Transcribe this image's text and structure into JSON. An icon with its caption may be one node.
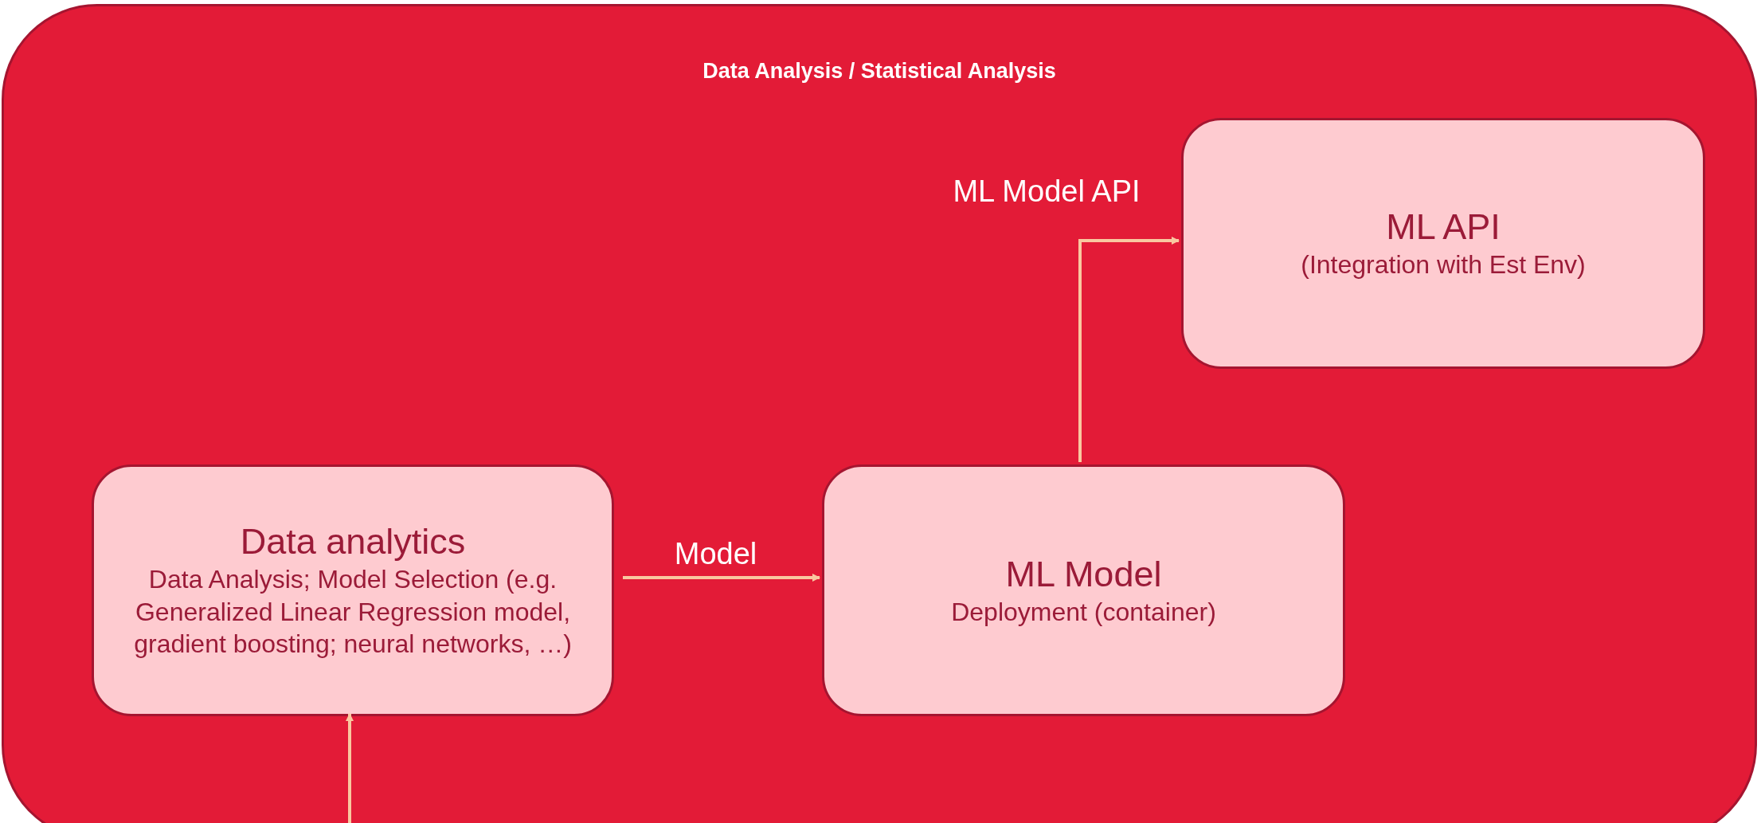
{
  "diagram": {
    "nodes": [
      {
        "text": [
          "Data Analysis / Statistical Analysis"
        ]
      },
      {
        "text": [
          "ML API",
          "(Integration with Est Env)"
        ],
        "in": 0
      },
      {
        "text": [
          "Data analytics",
          "Data Analysis; Model Selection (e.g. Generalized Linear Regression model, gradient boosting; neural networks, …)"
        ],
        "in": 0
      },
      {
        "text": [
          "ML Model",
          "Deployment (container)"
        ],
        "in": 0
      }
    ],
    "edges": [
      {
        "from": 2,
        "to": 3,
        "arrow": "to",
        "label": "Model"
      },
      {
        "from": 3,
        "to": 1,
        "arrow": "to",
        "label": "ML Model API"
      },
      {
        "from": null,
        "to": 2,
        "arrow": "to"
      }
    ]
  }
}
